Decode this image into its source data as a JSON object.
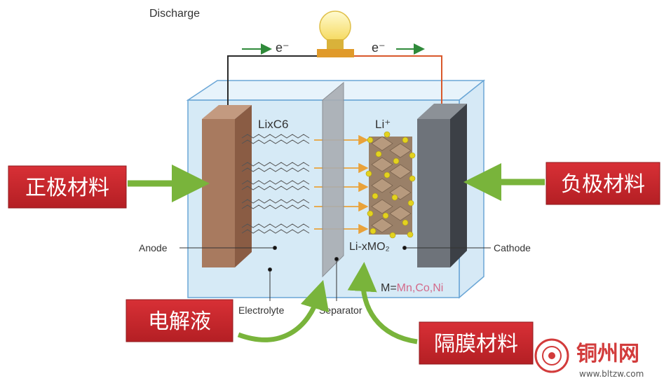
{
  "diagram": {
    "mode_title": "Discharge",
    "electron_left": "e⁻",
    "electron_right": "e⁻",
    "anode_compound": "LixC6",
    "cation": "Li⁺",
    "anode_label": "Anode",
    "cathode_label": "Cathode",
    "cathode_compound": "Li-xMO₂",
    "metal_note_prefix": "M=",
    "metal_note_metals": "Mn,Co,Ni",
    "electrolyte_label": "Electrolyte",
    "separator_label": "Separator"
  },
  "callouts": {
    "left_top": "正极材料",
    "right_top": "负极材料",
    "left_bottom": "电解液",
    "right_bottom": "隔膜材料"
  },
  "watermark": {
    "name": "铜州网",
    "url": "www.bltzw.com"
  },
  "colors": {
    "callout_red": "#c9262b",
    "arrow_green": "#79b43b",
    "container_blue": "#cfe6f5",
    "anode_brown": "#a87a5f",
    "cathode_gray": "#6e737a",
    "particle_yellow": "#e3d21f",
    "ion_arrow_orange": "#e9a23a",
    "wire_orange": "#d9582b",
    "metal_accent": "#d36a8a"
  }
}
